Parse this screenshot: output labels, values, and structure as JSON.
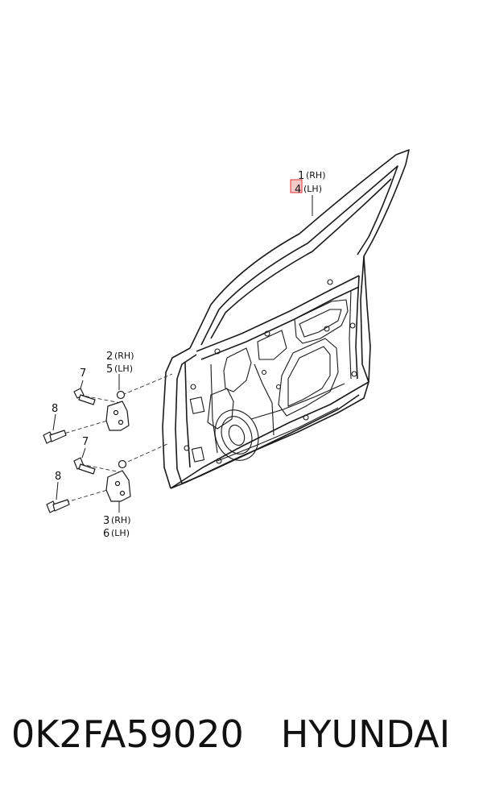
{
  "callouts": {
    "door_panel": {
      "num_top": "1",
      "tag_top": "(RH)",
      "num_bottom": "4",
      "tag_bottom": "(LH)"
    },
    "upper_hinge": {
      "num_top": "2",
      "tag_top": "(RH)",
      "num_bottom": "5",
      "tag_bottom": "(LH)"
    },
    "lower_hinge": {
      "num_top": "3",
      "tag_top": "(RH)",
      "num_bottom": "6",
      "tag_bottom": "(LH)"
    },
    "bolt_a_upper": "7",
    "bolt_b_upper": "8",
    "bolt_a_lower": "7",
    "bolt_b_lower": "8"
  },
  "footer": {
    "part_number": "0K2FA59020",
    "brand": "HYUNDAI"
  },
  "colors": {
    "line": "#1a1a1a",
    "highlight": "#e03030",
    "highlight_fill": "#f6c9c9"
  }
}
